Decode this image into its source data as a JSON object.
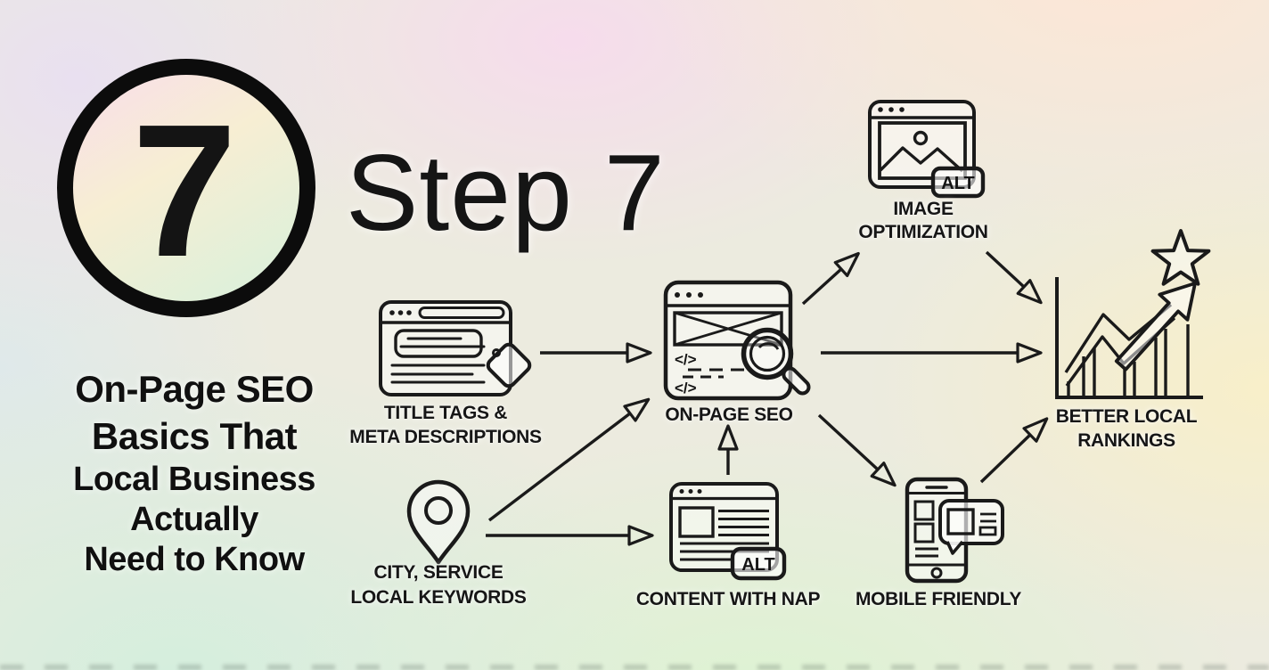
{
  "badge": {
    "number": "7"
  },
  "title": "Step 7",
  "headline": {
    "lines": [
      "On-Page SEO",
      "Basics That",
      "Local Business",
      "Actually",
      "Need to Know"
    ]
  },
  "nodes": {
    "title_tags": {
      "label_line1": "TITLE TAGS &",
      "label_line2": "META DESCRIPTIONS",
      "icon": "browser-with-tag-icon"
    },
    "local_keywords": {
      "label_line1": "CITY, SERVICE",
      "label_line2": "LOCAL KEYWORDS",
      "icon": "map-pin-icon"
    },
    "onpage_seo": {
      "label_line1": "ON-PAGE SEO",
      "icon": "browser-with-magnifier-icon"
    },
    "image_optimization": {
      "label_line1": "IMAGE",
      "label_line2": "OPTIMIZATION",
      "badge": "ALT",
      "icon": "browser-with-image-icon"
    },
    "content_nap": {
      "label_line1": "CONTENT WITH NAP",
      "badge": "ALT",
      "icon": "browser-with-text-icon"
    },
    "mobile_friendly": {
      "label_line1": "MOBILE FRIENDLY",
      "icon": "phone-with-chat-icon"
    },
    "rankings": {
      "label_line1": "BETTER LOCAL",
      "label_line2": "RANKINGS",
      "icon": "growth-chart-star-icon"
    }
  },
  "glyphs": {
    "code_tag": "</>"
  },
  "colors": {
    "ink": "#1a1a1a",
    "bg_pink": "#f6dcec",
    "bg_peach": "#fde6d6",
    "bg_yellow": "#f8efc9",
    "bg_mint": "#d4eedd",
    "bg_lavender": "#e9e0f0"
  }
}
